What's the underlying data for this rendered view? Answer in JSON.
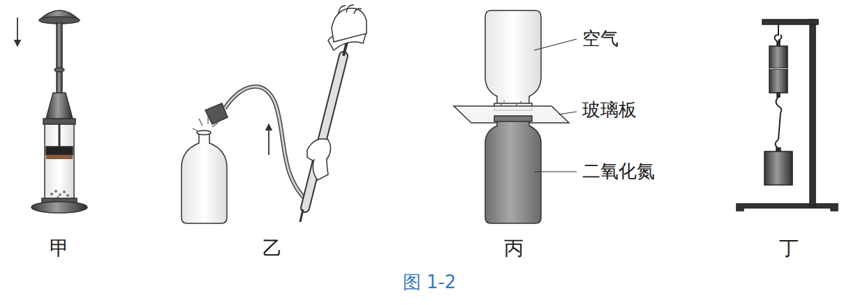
{
  "diagram": {
    "caption": "图 1-2",
    "labels": [
      "空气",
      "玻璃板",
      "二氧化氮",
      "甲",
      "乙",
      "丙",
      "丁"
    ]
  }
}
